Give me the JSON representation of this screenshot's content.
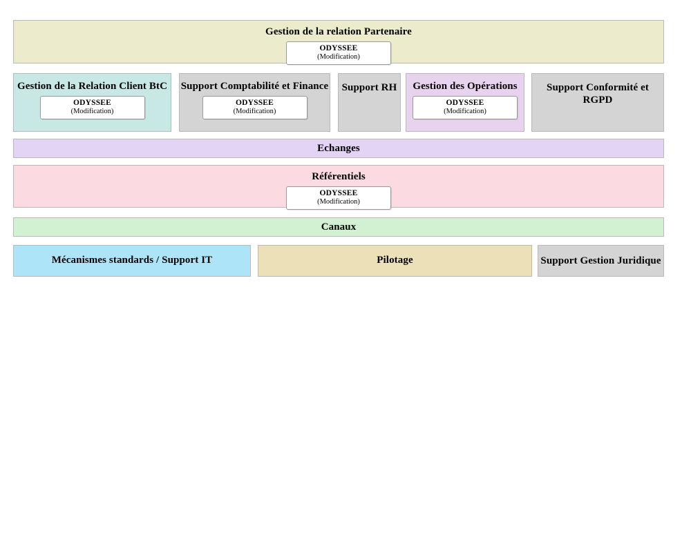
{
  "diagram": {
    "app_box": {
      "name": "ODYSSEE",
      "state": "(Modification)"
    },
    "colors": {
      "partenaire": "#ecebcb",
      "client_btc": "#c7e8e4",
      "grey": "#d4d4d4",
      "operations": "#e8d3ef",
      "echanges": "#e3d3f5",
      "referentiels": "#fbdbe1",
      "canaux": "#d2f0d2",
      "support_it": "#ade4f7",
      "pilotage": "#ebe0b8",
      "border": "#b9b9b9"
    },
    "rows": {
      "partenaire": {
        "title": "Gestion de la relation Partenaire"
      },
      "domains": [
        {
          "title": "Gestion de la Relation Client BtC"
        },
        {
          "title": "Support Comptabilité et Finance"
        },
        {
          "title": "Support RH"
        },
        {
          "title": "Gestion des Opérations"
        },
        {
          "title": "Support Conformité et RGPD"
        }
      ],
      "echanges": {
        "title": "Echanges"
      },
      "referentiels": {
        "title": "Référentiels"
      },
      "canaux": {
        "title": "Canaux"
      },
      "support": [
        {
          "title": "Mécanismes standards / Support IT"
        },
        {
          "title": "Pilotage"
        },
        {
          "title": "Support Gestion Juridique"
        }
      ]
    }
  }
}
